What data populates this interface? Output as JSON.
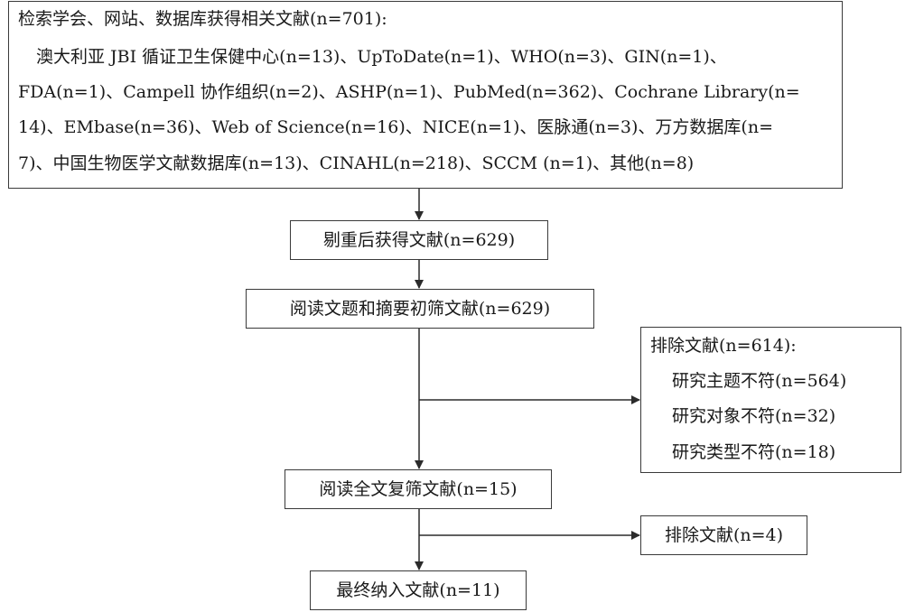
{
  "box1": {
    "lines": [
      "检索学会、网站、数据库获得相关文献(n=701):",
      "澳大利亚 JBI 循证卫生保健中心(n=13)、UpToDate(n=1)、WHO(n=3)、GIN(n=1)、",
      "FDA(n=1)、Campell 协作组织(n=2)、ASHP(n=1)、PubMed(n=362)、Cochrane Library(n=",
      "14)、EMbase(n=36)、Web of Science(n=16)、NICE(n=1)、医脉通(n=3)、万方数据库(n=",
      "7)、中国生物医学文献数据库(n=13)、CINAHL(n=218)、SCCM (n=1)、其他(n=8)"
    ]
  },
  "box2": "剔重后获得文献(n=629)",
  "box3": "阅读文题和摘要初筛文献(n=629)",
  "box4": {
    "title": "排除文献(n=614):",
    "items": [
      "研究主题不符(n=564)",
      "研究对象不符(n=32)",
      "研究类型不符(n=18)"
    ]
  },
  "box5": "阅读全文复筛文献(n=15)",
  "box6": "排除文献(n=4)",
  "box7": "最终纳入文献(n=11)"
}
